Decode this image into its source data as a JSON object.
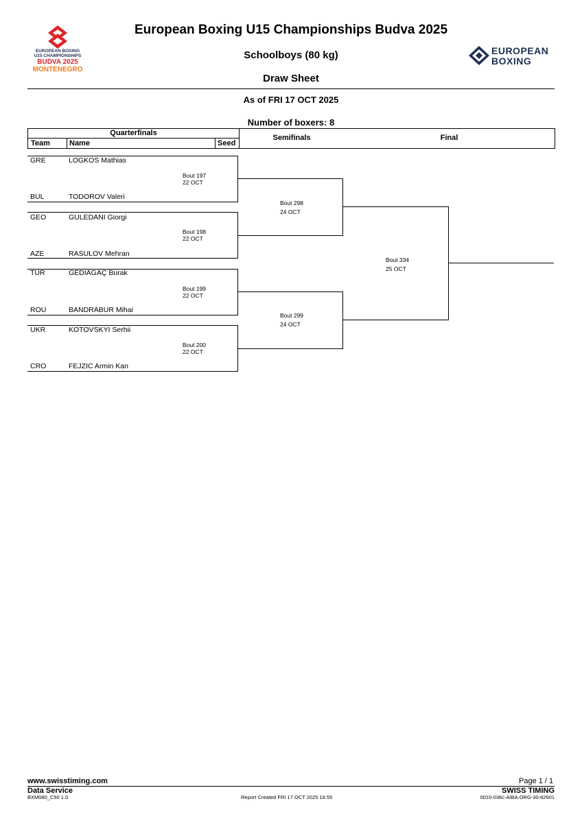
{
  "header": {
    "title": "European Boxing U15 Championships Budva 2025",
    "category": "Schoolboys (80 kg)",
    "sheet": "Draw Sheet",
    "as_of": "As of FRI 17 OCT 2025",
    "boxers": "Number of boxers: 8",
    "logo_left": {
      "line1": "EUROPEAN BOXING",
      "line2": "U15 CHAMPIONSHIPS",
      "line3": "BUDVA 2025",
      "line4": "MONTENEGRO"
    },
    "logo_right": {
      "line1": "EUROPEAN",
      "line2": "BOXING"
    }
  },
  "columns": {
    "quarterfinals": "Quarterfinals",
    "team": "Team",
    "name": "Name",
    "seed": "Seed",
    "semifinals": "Semifinals",
    "final": "Final"
  },
  "boxers": [
    {
      "team": "GRE",
      "name": "LOGKOS Mathias"
    },
    {
      "team": "BUL",
      "name": "TODOROV Valeri"
    },
    {
      "team": "GEO",
      "name": "GULEDANI Giorgi"
    },
    {
      "team": "AZE",
      "name": "RASULOV Mehran"
    },
    {
      "team": "TUR",
      "name": "GEDIAGAÇ Burak"
    },
    {
      "team": "ROU",
      "name": "BANDRABUR Mihai"
    },
    {
      "team": "UKR",
      "name": "KOTOVSKYI Serhii"
    },
    {
      "team": "CRO",
      "name": "FEJZIC Armin Kan"
    }
  ],
  "bouts": {
    "qf": [
      {
        "bout": "Bout 197",
        "date": "22 OCT"
      },
      {
        "bout": "Bout 198",
        "date": "22 OCT"
      },
      {
        "bout": "Bout 199",
        "date": "22 OCT"
      },
      {
        "bout": "Bout 200",
        "date": "22 OCT"
      }
    ],
    "sf": [
      {
        "bout": "Bout 298",
        "date": "24 OCT"
      },
      {
        "bout": "Bout 299",
        "date": "24 OCT"
      }
    ],
    "final": {
      "bout": "Bout 334",
      "date": "25 OCT"
    }
  },
  "footer": {
    "website": "www.swisstiming.com",
    "service": "Data Service",
    "code": "BXM080_C50 1.0",
    "created": "Report Created  FRI 17 OCT 2025 16:55",
    "page": "Page 1 / 1",
    "brand": "SWISS TIMING",
    "ref": "0010-036c-AIBA.ORG-30-82601"
  },
  "colors": {
    "logo_red": "#d9262b",
    "logo_orange": "#f07d1a",
    "logo_navy": "#1f2f55"
  }
}
